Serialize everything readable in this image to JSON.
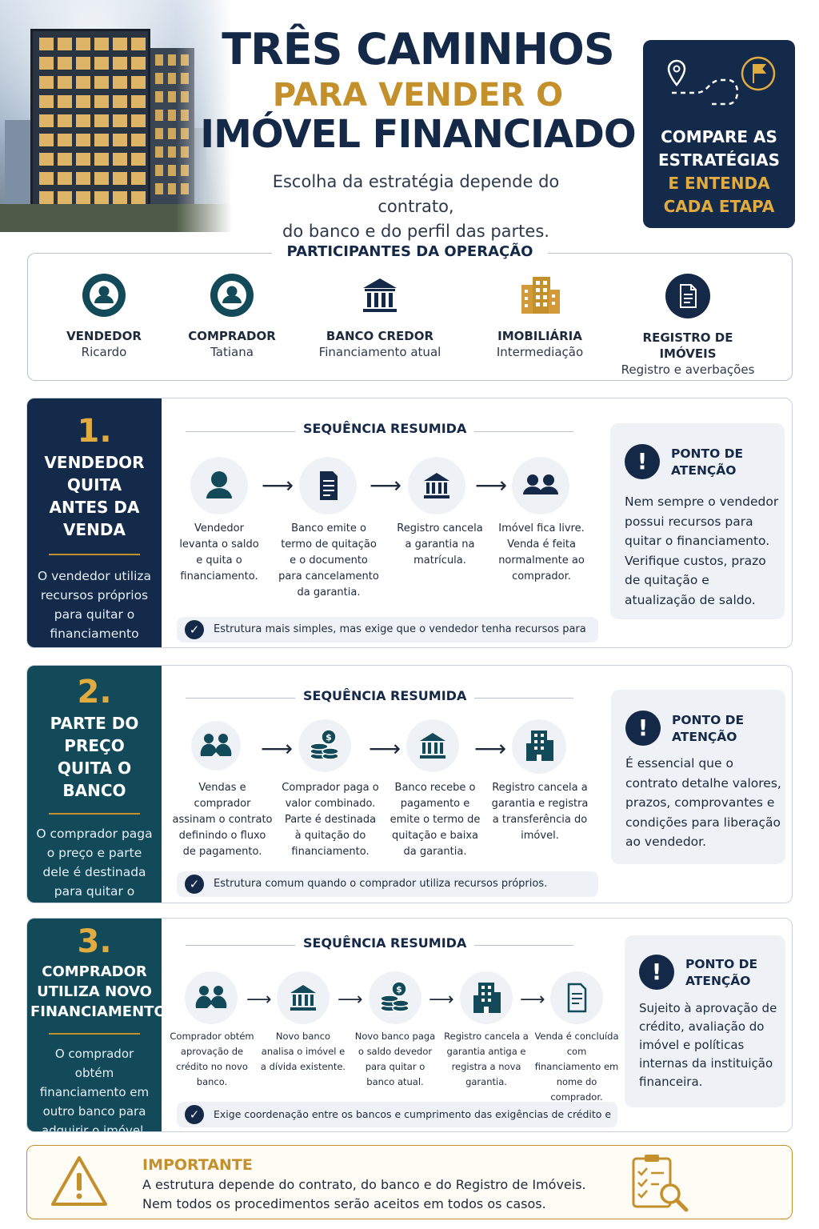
{
  "header": {
    "title_line1": "TRÊS CAMINHOS",
    "title_line2": "PARA VENDER O",
    "title_line3": "IMÓVEL FINANCIADO",
    "subtitle_line1": "Escolha da estratégia depende do contrato,",
    "subtitle_line2": "do banco e do perfil das partes."
  },
  "compare": {
    "line1": "COMPARE AS",
    "line2": "ESTRATÉGIAS",
    "line3": "E ENTENDA",
    "line4": "CADA ETAPA"
  },
  "participants": {
    "title": "PARTICIPANTES DA OPERAÇÃO",
    "items": [
      {
        "name": "VENDEDOR",
        "sub": "Ricardo",
        "icon": "user-icon"
      },
      {
        "name": "COMPRADOR",
        "sub": "Tatiana",
        "icon": "user-icon"
      },
      {
        "name": "BANCO CREDOR",
        "sub": "Financiamento atual",
        "icon": "bank-icon"
      },
      {
        "name": "IMOBILIÁRIA",
        "sub": "Intermediação",
        "icon": "building-icon"
      },
      {
        "name": "REGISTRO DE IMÓVEIS",
        "sub": "Registro e averbações",
        "icon": "document-icon"
      }
    ]
  },
  "sections": [
    {
      "number": "1.",
      "title": "VENDEDOR QUITA ANTES DA VENDA",
      "description": "O vendedor utiliza recursos próprios para quitar o financiamento antes da venda.",
      "seq_label": "SEQUÊNCIA RESUMIDA",
      "steps": [
        "Vendedor levanta o saldo e quita o financiamento.",
        "Banco emite o termo de quitação e o documento para cancelamento da garantia.",
        "Registro cancela a garantia na matrícula.",
        "Imóvel fica livre. Venda é feita normalmente ao comprador."
      ],
      "note": "Estrutura mais simples, mas exige que o vendedor tenha recursos para quitar a dívida.",
      "attention_title": "PONTO DE ATENÇÃO",
      "attention_text": "Nem sempre o vendedor possui recursos para quitar o financiamento. Verifique custos, prazo de quitação e atualização de saldo."
    },
    {
      "number": "2.",
      "title": "PARTE DO PREÇO QUITA O BANCO",
      "description": "O comprador paga o preço e parte dele é destinada para quitar o banco.",
      "seq_label": "SEQUÊNCIA RESUMIDA",
      "steps": [
        "Vendas e comprador assinam o contrato definindo o fluxo de pagamento.",
        "Comprador paga o valor combinado. Parte é destinada à quitação do financiamento.",
        "Banco recebe o pagamento e emite o termo de quitação e baixa da garantia.",
        "Registro cancela a garantia e registra a transferência do imóvel."
      ],
      "note": "Estrutura comum quando o comprador utiliza recursos próprios.",
      "attention_title": "PONTO DE ATENÇÃO",
      "attention_text": "É essencial que o contrato detalhe valores, prazos, comprovantes e condições para liberação ao vendedor."
    },
    {
      "number": "3.",
      "title": "COMPRADOR UTILIZA NOVO FINANCIAMENTO",
      "description": "O comprador obtém financiamento em outro banco para adquirir o imóvel.",
      "seq_label": "SEQUÊNCIA RESUMIDA",
      "steps": [
        "Comprador obtém aprovação de crédito no novo banco.",
        "Novo banco analisa o imóvel e a dívida existente.",
        "Novo banco paga o saldo devedor para quitar o banco atual.",
        "Registro cancela a garantia antiga e registra a nova garantia.",
        "Venda é concluída com financiamento em nome do comprador."
      ],
      "note": "Exige coordenação entre os bancos e cumprimento das exigências de crédito e registro.",
      "attention_title": "PONTO DE ATENÇÃO",
      "attention_text": "Sujeito à aprovação de crédito, avaliação do imóvel e políticas internas da instituição financeira."
    }
  ],
  "important": {
    "title": "IMPORTANTE",
    "line1": "A estrutura depende do contrato, do banco e do Registro de Imóveis.",
    "line2": "Nem todos os procedimentos serão aceitos em todos os casos."
  },
  "colors": {
    "navy": "#132a4a",
    "teal": "#124a5a",
    "gold": "#c3902c"
  }
}
